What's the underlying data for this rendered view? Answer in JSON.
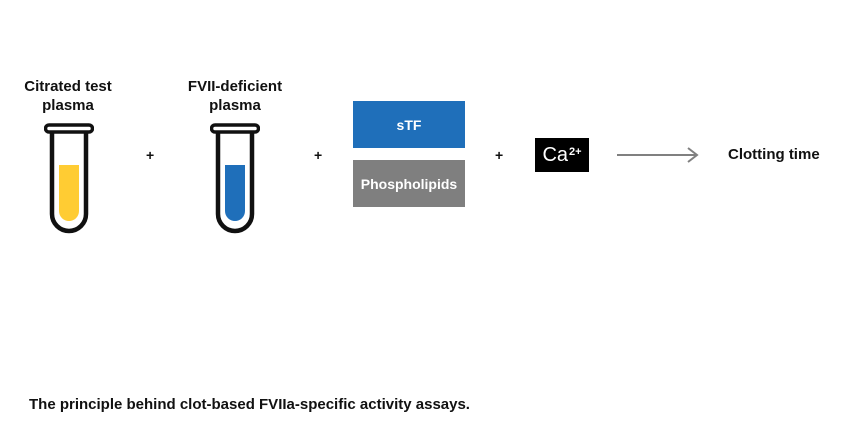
{
  "colors": {
    "test_plasma": "#FFCC33",
    "fvii_deficient_plasma": "#1F6FBA",
    "stf": "#1F6FBA",
    "phospholipids": "#7F7F7F",
    "calcium": "#000000",
    "arrow": "#808080",
    "tube_outline": "#111111"
  },
  "components": {
    "test_plasma": {
      "label": "Citrated test plasma",
      "icon": "test-tube-icon"
    },
    "fvii_deficient_plasma": {
      "label": "FVII-deficient plasma",
      "icon": "test-tube-icon"
    },
    "stf": {
      "label": "sTF"
    },
    "phospholipids": {
      "label": "Phospholipids"
    },
    "calcium": {
      "symbol": "Ca",
      "superscript": "2+"
    }
  },
  "operators": [
    "+",
    "+",
    "+"
  ],
  "result": {
    "label": "Clotting time",
    "icon": "arrow-right-icon"
  },
  "caption": "The principle behind clot-based FVIIa-specific activity assays."
}
